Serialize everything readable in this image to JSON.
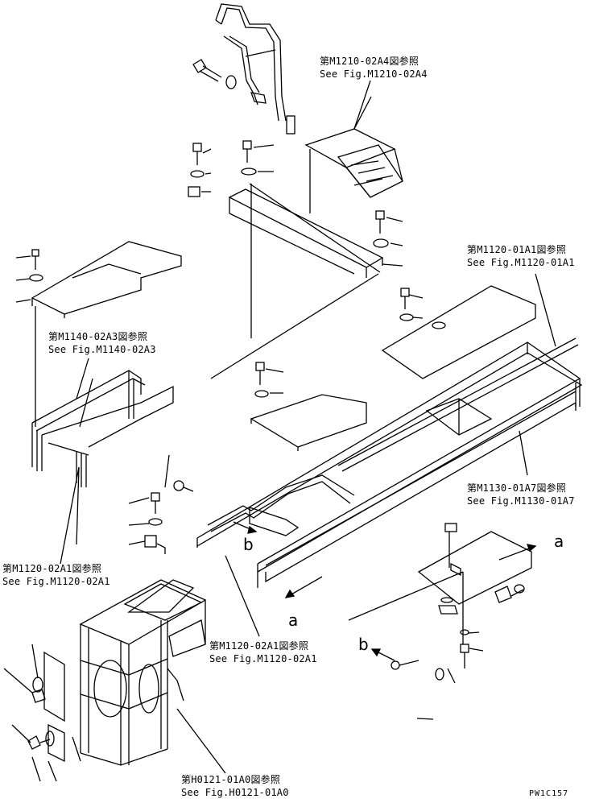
{
  "references": {
    "m1210": {
      "jp": "第M1210-02A4図参照",
      "en": "See Fig.M1210-02A4"
    },
    "m1120_01a1": {
      "jp": "第M1120-01A1図参照",
      "en": "See Fig.M1120-01A1"
    },
    "m1140": {
      "jp": "第M1140-02A3図参照",
      "en": "See Fig.M1140-02A3"
    },
    "m1130": {
      "jp": "第M1130-01A7図参照",
      "en": "See Fig.M1130-01A7"
    },
    "m1120_02a1_left": {
      "jp": "第M1120-02A1図参照",
      "en": "See Fig.M1120-02A1"
    },
    "m1120_02a1_center": {
      "jp": "第M1120-02A1図参照",
      "en": "See Fig.M1120-02A1"
    },
    "h0121": {
      "jp": "第H0121-01A0図参照",
      "en": "See Fig.H0121-01A0"
    }
  },
  "view_markers": {
    "a_right": "a",
    "a_bottom": "a",
    "b_center": "b",
    "b_lower": "b"
  },
  "drawing_code": "PW1C157"
}
